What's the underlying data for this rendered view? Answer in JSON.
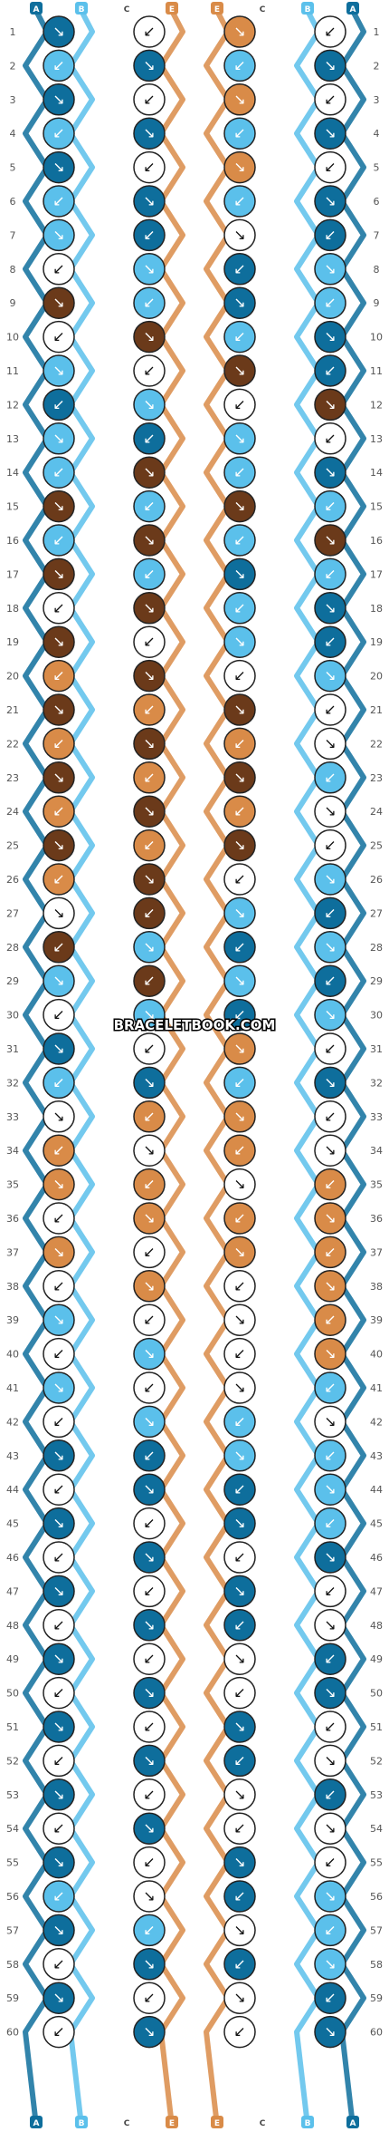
{
  "watermark": "BRACELETBOOK.COM",
  "strand_labels_top": [
    "A",
    "B",
    "C",
    "E",
    "E",
    "C",
    "B",
    "A"
  ],
  "strand_labels_bottom": [
    "A",
    "B",
    "C",
    "E",
    "E",
    "C",
    "B",
    "A"
  ],
  "rows": [
    1,
    2,
    3,
    4,
    5,
    6,
    7,
    8,
    9,
    10,
    11,
    12,
    13,
    14,
    15,
    16,
    17,
    18,
    19,
    20,
    21,
    22,
    23,
    24,
    25,
    26,
    27,
    28,
    29,
    30,
    31,
    32,
    33,
    34,
    35,
    36,
    37,
    38,
    39,
    40,
    41,
    42,
    43,
    44,
    45,
    46,
    47,
    48,
    49,
    50,
    51,
    52,
    53,
    54,
    55,
    56,
    57,
    58,
    59,
    60
  ],
  "colors": {
    "A": "#0e6e9c",
    "B": "#5bc0eb",
    "C": "#ffffff",
    "D": "#6b3a1a",
    "E": "#d98b48"
  },
  "knot_icons": [
    "arrow-down-right-icon",
    "arrow-down-left-icon",
    "arrow-down-right-then-left-icon",
    "arrow-down-left-then-right-icon"
  ],
  "knots": [
    "ACEC",
    "BABA",
    "ACEC",
    "BABA",
    "ACEC",
    "BABA",
    "BACA",
    "CBAB",
    "DBAB",
    "CDBA",
    "BCDA",
    "ABCD",
    "BABC",
    "BDBA",
    "DBDB",
    "BDBD",
    "DBAB",
    "CDBA",
    "DCBA",
    "EDCB",
    "DEDC",
    "EDEC",
    "DEDB",
    "EDEC",
    "DEDC",
    "EDCB",
    "CDBA",
    "DBAB",
    "BDBA",
    "CBAB",
    "ACEC",
    "BABA",
    "CEEC",
    "ECEC",
    "EECE",
    "CEEE",
    "ECEE",
    "CECE",
    "BCCE",
    "CBCE",
    "BCCB",
    "CBBC",
    "AABB",
    "CAAB",
    "ACAB",
    "CACA",
    "ACAC",
    "CAAC",
    "ACCA",
    "CACA",
    "ACAC",
    "CAAC",
    "ACCA",
    "CACC",
    "ACAC",
    "BCAB",
    "ABCB",
    "CAAB",
    "ACCA",
    "CACA"
  ]
}
